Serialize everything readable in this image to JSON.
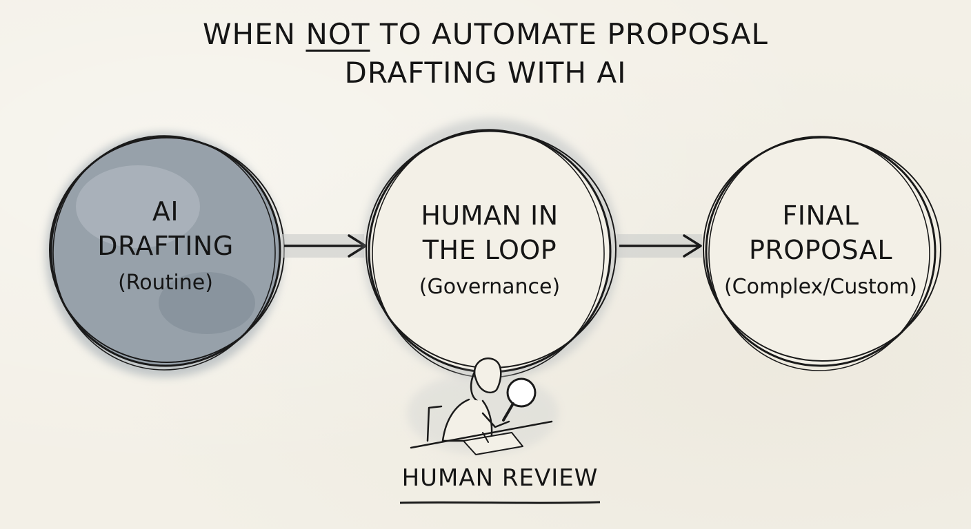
{
  "title": {
    "line1_before": "WHEN ",
    "line1_emphasis": "NOT",
    "line1_after": " TO AUTOMATE PROPOSAL",
    "line2": "DRAFTING WITH AI"
  },
  "nodes": [
    {
      "title_line1": "AI",
      "title_line2": "DRAFTING",
      "subtitle": "(Routine)",
      "fill": "#8f9aa4"
    },
    {
      "title_line1": "HUMAN IN",
      "title_line2": "THE LOOP",
      "subtitle": "(Governance)",
      "fill": "#f3f0e7"
    },
    {
      "title_line1": "FINAL",
      "title_line2": "PROPOSAL",
      "subtitle": "(Complex/Custom)",
      "fill": "#f3f0e7"
    }
  ],
  "review": {
    "label": "HUMAN REVIEW",
    "icon": "person-with-magnifying-glass-icon"
  },
  "colors": {
    "ink": "#151515",
    "wash": "#8f9aa4",
    "paper": "#f3f0e7"
  }
}
